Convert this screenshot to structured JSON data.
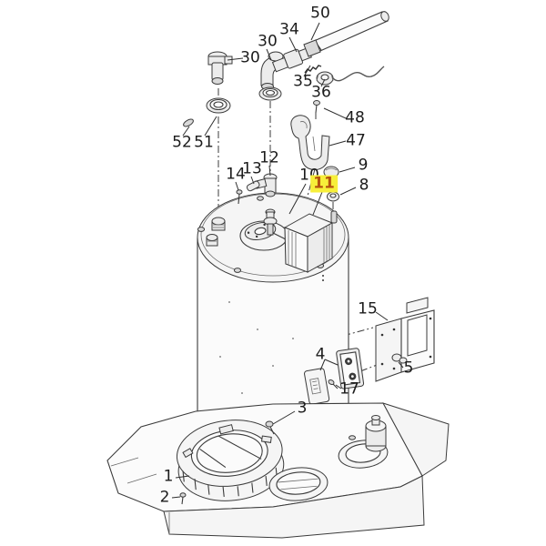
{
  "figure": {
    "kind": "exploded-parts-diagram",
    "colors": {
      "background": "#ffffff",
      "line": "#3b3b3b",
      "label_text": "#1b1b1b",
      "highlight_background": "#f7ef3a",
      "highlight_text": "#b4520e"
    }
  },
  "callouts": [
    {
      "part": "50",
      "highlighted": false
    },
    {
      "part": "34",
      "highlighted": false
    },
    {
      "part": "30",
      "highlighted": false
    },
    {
      "part": "30",
      "highlighted": false
    },
    {
      "part": "35",
      "highlighted": false
    },
    {
      "part": "36",
      "highlighted": false
    },
    {
      "part": "48",
      "highlighted": false
    },
    {
      "part": "47",
      "highlighted": false
    },
    {
      "part": "52",
      "highlighted": false
    },
    {
      "part": "51",
      "highlighted": false
    },
    {
      "part": "12",
      "highlighted": false
    },
    {
      "part": "13",
      "highlighted": false
    },
    {
      "part": "14",
      "highlighted": false
    },
    {
      "part": "10",
      "highlighted": false
    },
    {
      "part": "11",
      "highlighted": true
    },
    {
      "part": "9",
      "highlighted": false
    },
    {
      "part": "8",
      "highlighted": false
    },
    {
      "part": "15",
      "highlighted": false
    },
    {
      "part": "4",
      "highlighted": false
    },
    {
      "part": "17",
      "highlighted": false
    },
    {
      "part": "5",
      "highlighted": false
    },
    {
      "part": "3",
      "highlighted": false
    },
    {
      "part": "1",
      "highlighted": false
    },
    {
      "part": "2",
      "highlighted": false
    }
  ]
}
